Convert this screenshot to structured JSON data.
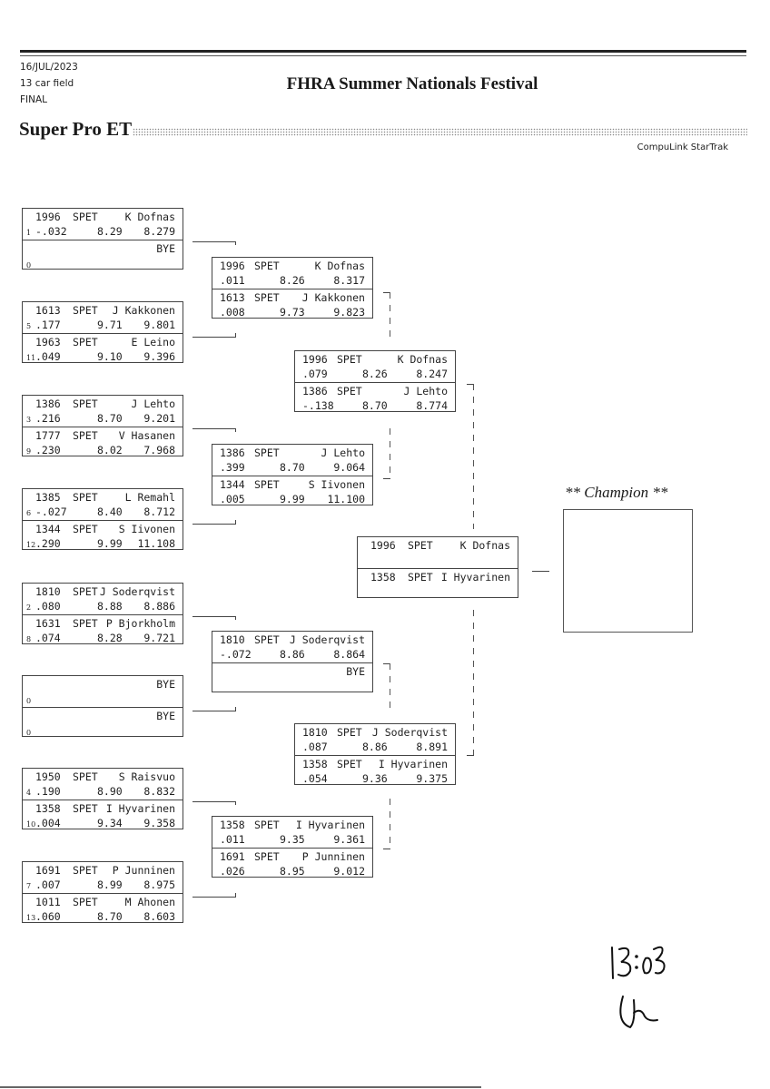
{
  "header": {
    "date": "16/JUL/2023",
    "field": "13 car field",
    "round": "FINAL",
    "event_title": "FHRA Summer Nationals Festival",
    "class_title": "Super Pro ET",
    "brand": "CompuLink StarTrak"
  },
  "round1": [
    {
      "top": {
        "car": "1996",
        "cls": "SPET",
        "name": "K Dofnas",
        "seed": "1",
        "rt": "-.032",
        "dial": "8.29",
        "et": "8.279"
      },
      "bottom": {
        "bye": "BYE",
        "seed": "0"
      }
    },
    {
      "top": {
        "car": "1613",
        "cls": "SPET",
        "name": "J Kakkonen",
        "seed": "5",
        "rt": ".177",
        "dial": "9.71",
        "et": "9.801"
      },
      "bottom": {
        "car": "1963",
        "cls": "SPET",
        "name": "E Leino",
        "seed": "11",
        "rt": ".049",
        "dial": "9.10",
        "et": "9.396"
      }
    },
    {
      "top": {
        "car": "1386",
        "cls": "SPET",
        "name": "J Lehto",
        "seed": "3",
        "rt": ".216",
        "dial": "8.70",
        "et": "9.201"
      },
      "bottom": {
        "car": "1777",
        "cls": "SPET",
        "name": "V Hasanen",
        "seed": "9",
        "rt": ".230",
        "dial": "8.02",
        "et": "7.968"
      }
    },
    {
      "top": {
        "car": "1385",
        "cls": "SPET",
        "name": "L Remahl",
        "seed": "6",
        "rt": "-.027",
        "dial": "8.40",
        "et": "8.712"
      },
      "bottom": {
        "car": "1344",
        "cls": "SPET",
        "name": "S Iivonen",
        "seed": "12",
        "rt": ".290",
        "dial": "9.99",
        "et": "11.108"
      }
    },
    {
      "top": {
        "car": "1810",
        "cls": "SPET",
        "name": "J Soderqvist",
        "seed": "2",
        "rt": ".080",
        "dial": "8.88",
        "et": "8.886"
      },
      "bottom": {
        "car": "1631",
        "cls": "SPET",
        "name": "P Bjorkholm",
        "seed": "8",
        "rt": ".074",
        "dial": "8.28",
        "et": "9.721"
      }
    },
    {
      "top": {
        "bye": "BYE",
        "seed": "0"
      },
      "bottom": {
        "bye": "BYE",
        "seed": "0"
      }
    },
    {
      "top": {
        "car": "1950",
        "cls": "SPET",
        "name": "S Raisvuo",
        "seed": "4",
        "rt": ".190",
        "dial": "8.90",
        "et": "8.832"
      },
      "bottom": {
        "car": "1358",
        "cls": "SPET",
        "name": "I Hyvarinen",
        "seed": "10",
        "rt": ".004",
        "dial": "9.34",
        "et": "9.358"
      }
    },
    {
      "top": {
        "car": "1691",
        "cls": "SPET",
        "name": "P Junninen",
        "seed": "7",
        "rt": ".007",
        "dial": "8.99",
        "et": "8.975"
      },
      "bottom": {
        "car": "1011",
        "cls": "SPET",
        "name": "M Ahonen",
        "seed": "13",
        "rt": ".060",
        "dial": "8.70",
        "et": "8.603"
      }
    }
  ],
  "round2": [
    {
      "top": {
        "car": "1996",
        "cls": "SPET",
        "name": "K Dofnas",
        "rt": ".011",
        "dial": "8.26",
        "et": "8.317"
      },
      "bottom": {
        "car": "1613",
        "cls": "SPET",
        "name": "J Kakkonen",
        "rt": ".008",
        "dial": "9.73",
        "et": "9.823"
      }
    },
    {
      "top": {
        "car": "1386",
        "cls": "SPET",
        "name": "J Lehto",
        "rt": ".399",
        "dial": "8.70",
        "et": "9.064"
      },
      "bottom": {
        "car": "1344",
        "cls": "SPET",
        "name": "S Iivonen",
        "rt": ".005",
        "dial": "9.99",
        "et": "11.100"
      }
    },
    {
      "top": {
        "car": "1810",
        "cls": "SPET",
        "name": "J Soderqvist",
        "rt": "-.072",
        "dial": "8.86",
        "et": "8.864"
      },
      "bottom": {
        "bye": "BYE"
      }
    },
    {
      "top": {
        "car": "1358",
        "cls": "SPET",
        "name": "I Hyvarinen",
        "rt": ".011",
        "dial": "9.35",
        "et": "9.361"
      },
      "bottom": {
        "car": "1691",
        "cls": "SPET",
        "name": "P Junninen",
        "rt": ".026",
        "dial": "8.95",
        "et": "9.012"
      }
    }
  ],
  "round3": [
    {
      "top": {
        "car": "1996",
        "cls": "SPET",
        "name": "K Dofnas",
        "rt": ".079",
        "dial": "8.26",
        "et": "8.247"
      },
      "bottom": {
        "car": "1386",
        "cls": "SPET",
        "name": "J Lehto",
        "rt": "-.138",
        "dial": "8.70",
        "et": "8.774"
      }
    },
    {
      "top": {
        "car": "1810",
        "cls": "SPET",
        "name": "J Soderqvist",
        "rt": ".087",
        "dial": "8.86",
        "et": "8.891"
      },
      "bottom": {
        "car": "1358",
        "cls": "SPET",
        "name": "I Hyvarinen",
        "rt": ".054",
        "dial": "9.36",
        "et": "9.375"
      }
    }
  ],
  "final": [
    {
      "top": {
        "car": "1996",
        "cls": "SPET",
        "name": "K Dofnas"
      },
      "bottom": {
        "car": "1358",
        "cls": "SPET",
        "name": "I Hyvarinen"
      }
    }
  ],
  "champion": {
    "label": "** Champion **",
    "name": ""
  },
  "handwriting": {
    "time": "13:03",
    "initials": "Uh"
  }
}
